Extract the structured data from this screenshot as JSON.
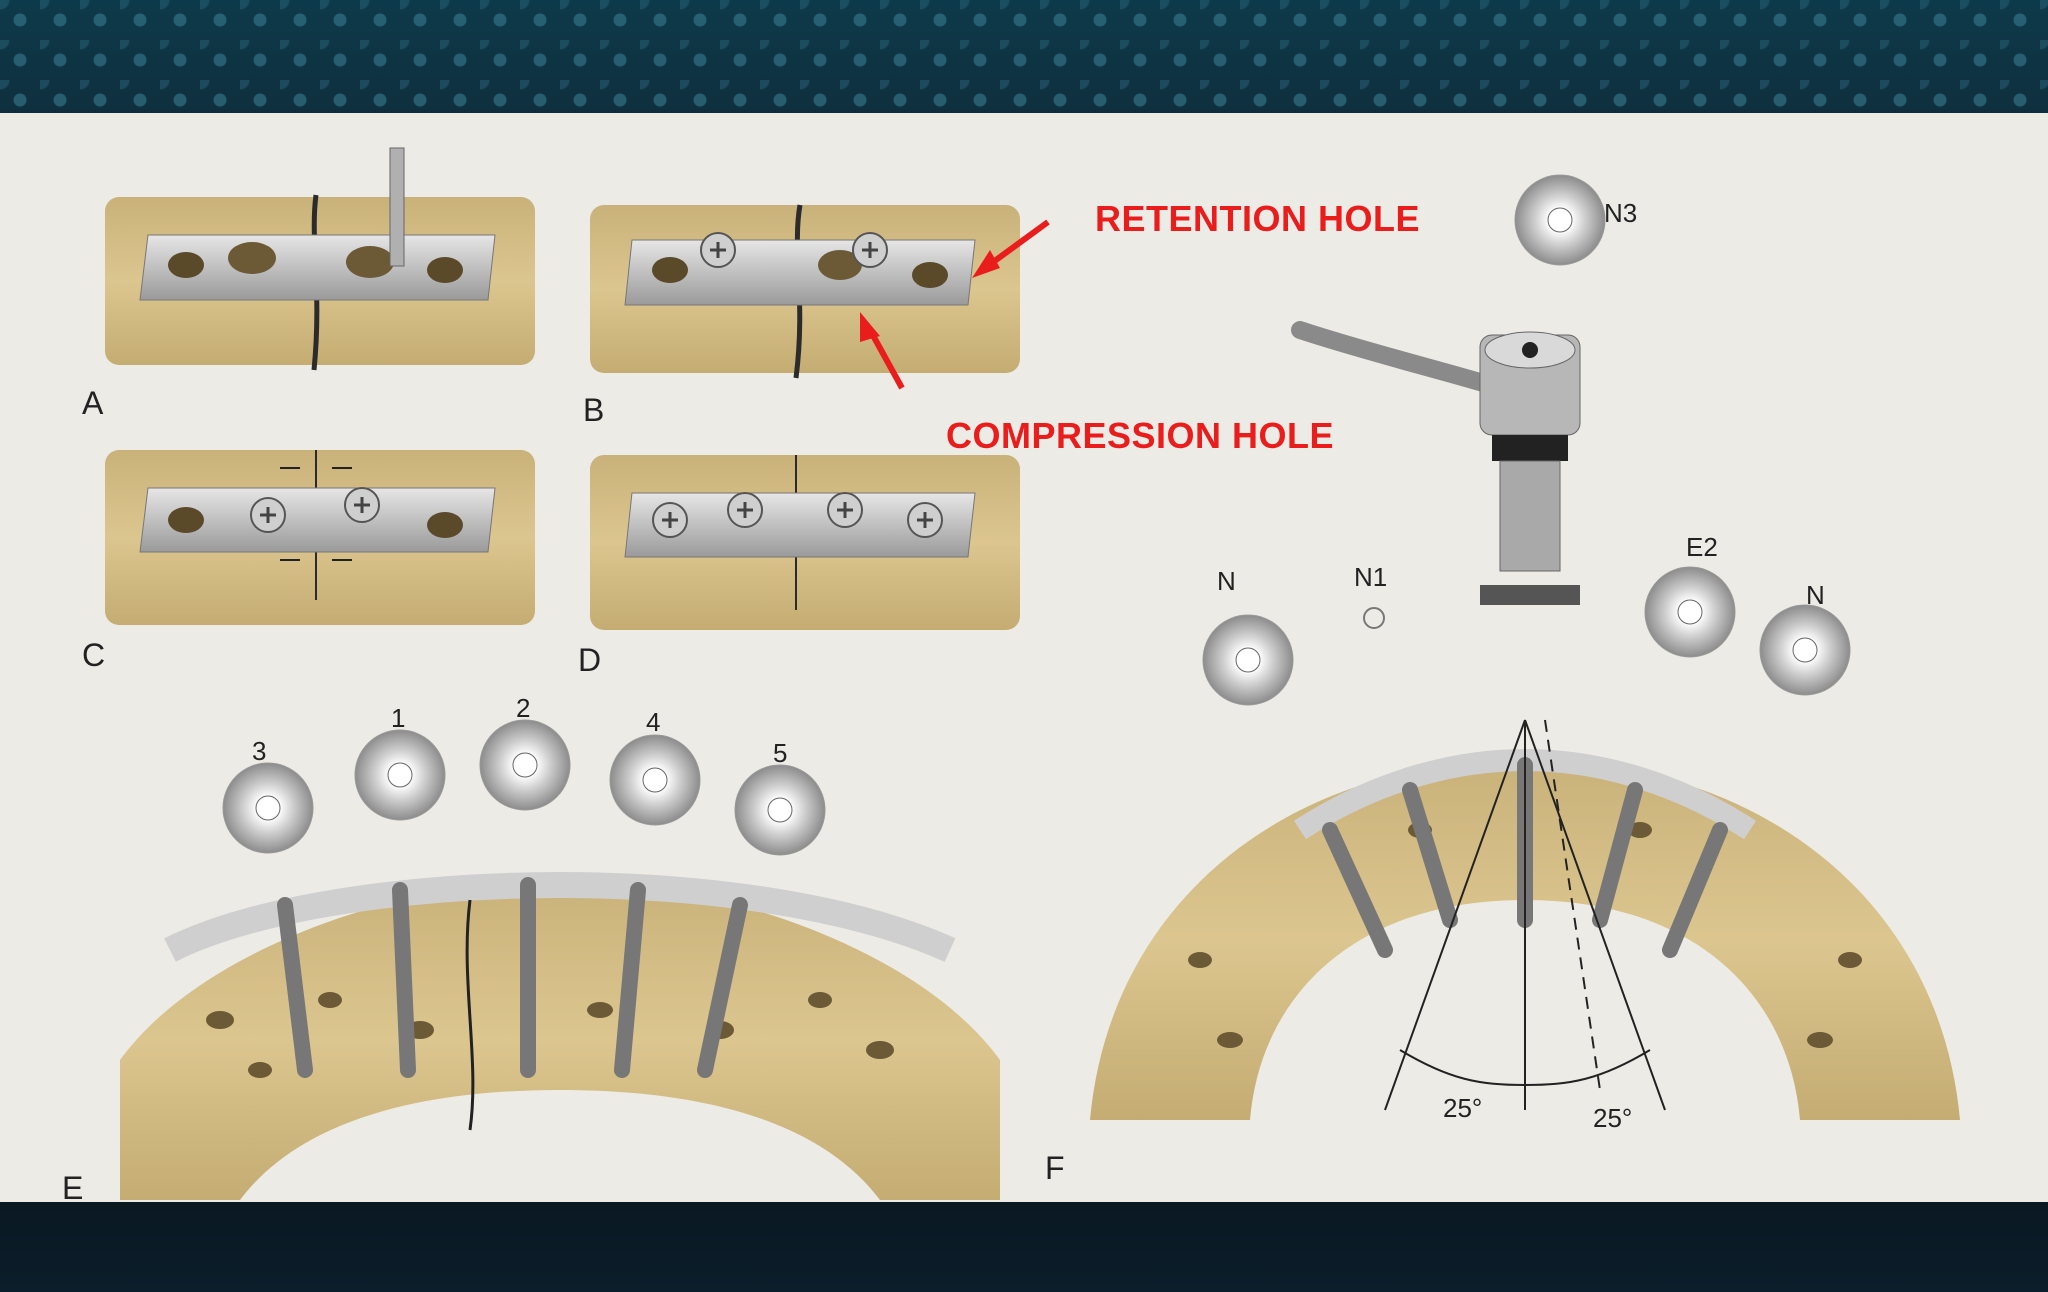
{
  "panels": {
    "a": "A",
    "b": "B",
    "c": "C",
    "d": "D",
    "e": "E",
    "f": "F"
  },
  "annotations": {
    "retention": "RETENTION HOLE",
    "compression": "COMPRESSION HOLE"
  },
  "ring_numbers": [
    "3",
    "1",
    "2",
    "4",
    "5"
  ],
  "guide_labels": {
    "n3": "N3",
    "n_left": "N",
    "n1": "N1",
    "e2": "E2",
    "n_right": "N"
  },
  "angles": {
    "left": "25°",
    "right": "25°"
  },
  "colors": {
    "annotation": "#ea1d1d",
    "bone": "#dcc68f",
    "plate": "#c8c8c8"
  }
}
